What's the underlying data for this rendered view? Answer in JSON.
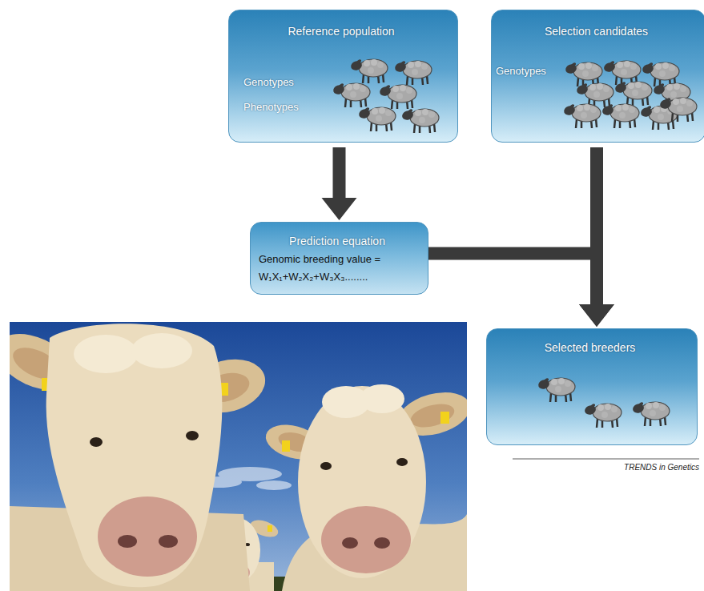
{
  "diagram": {
    "nodes": [
      {
        "text": [
          "Reference population",
          "Genotypes",
          "Phenotypes"
        ]
      },
      {
        "text": [
          "Selection candidates",
          "Genotypes"
        ]
      },
      {
        "text": [
          "Prediction equation",
          "Genomic breeding value = W₁X₁+W₂X₂+W₃X₃........"
        ]
      },
      {
        "text": [
          "Selected breeders"
        ]
      }
    ],
    "edges": [
      {
        "from": 0,
        "to": 2,
        "arrow": "to"
      },
      {
        "from": 1,
        "to": 3,
        "arrow": "to"
      },
      {
        "from": 2,
        "to": 3,
        "arrow": "to"
      }
    ],
    "labels": [
      "TRENDS in Genetics"
    ]
  }
}
